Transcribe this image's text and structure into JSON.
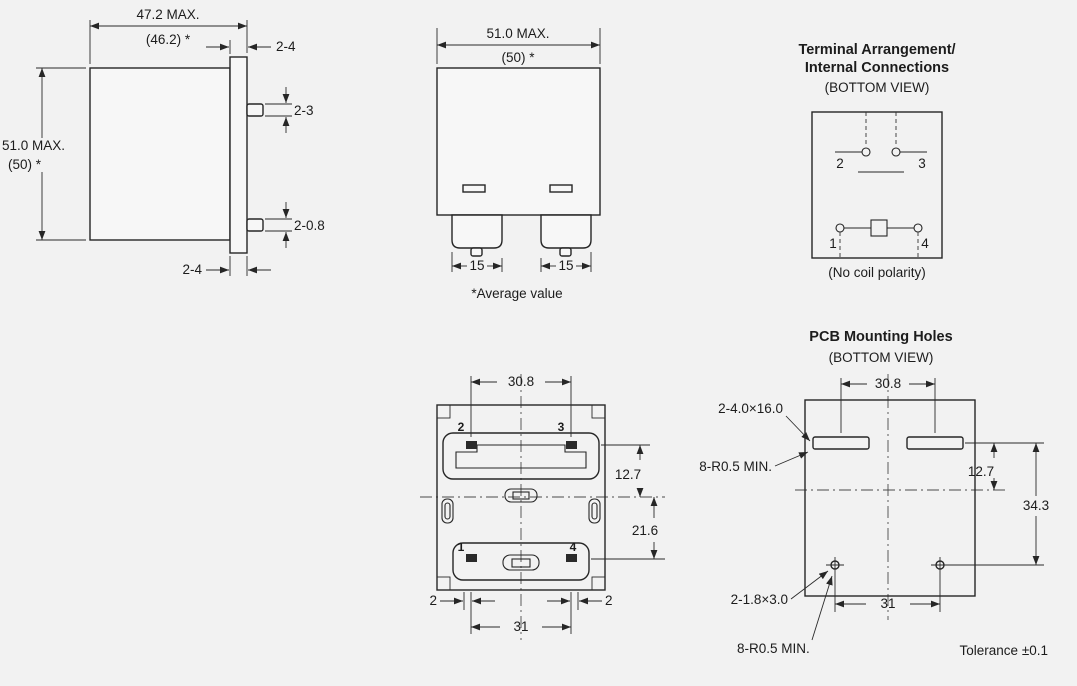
{
  "colors": {
    "background": "#f2f2f2",
    "ink": "#1c1c1c"
  },
  "side_view": {
    "width_max": "47.2 MAX.",
    "width_avg": "(46.2) *",
    "height_max": "51.0 MAX.",
    "height_avg": "(50) *",
    "tab_top": "2-4",
    "pin_upper": "2-3",
    "pin_lower": "2-0.8",
    "tab_bottom": "2-4"
  },
  "front_view": {
    "width_max": "51.0 MAX.",
    "width_avg": "(50) *",
    "pitch_left": "15",
    "pitch_right": "15",
    "note": "*Average value"
  },
  "terminal_diagram": {
    "title_line1": "Terminal Arrangement/",
    "title_line2": "Internal Connections",
    "view_label": "(BOTTOM VIEW)",
    "terminal_2": "2",
    "terminal_3": "3",
    "terminal_1": "1",
    "terminal_4": "4",
    "note": "(No coil polarity)"
  },
  "bottom_view": {
    "width": "30.8",
    "terminal_2": "2",
    "terminal_3": "3",
    "terminal_1": "1",
    "terminal_4": "4",
    "offset_upper": "12.7",
    "offset_lower": "21.6",
    "edge_left": "2",
    "edge_right": "2",
    "pitch": "31"
  },
  "pcb_view": {
    "title": "PCB Mounting Holes",
    "view_label": "(BOTTOM VIEW)",
    "width": "30.8",
    "slot_label": "2-4.0×16.0",
    "radius_top": "8-R0.5 MIN.",
    "offset_upper": "12.7",
    "offset_total": "34.3",
    "hole_label": "2-1.8×3.0",
    "radius_bottom": "8-R0.5 MIN.",
    "pitch": "31",
    "tolerance": "Tolerance ±0.1"
  }
}
